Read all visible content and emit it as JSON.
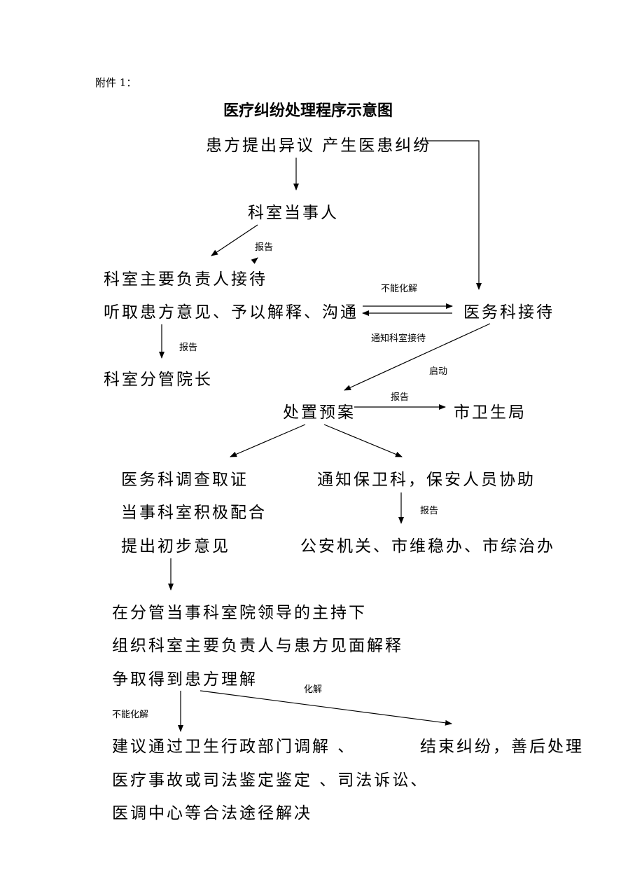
{
  "attachment": "附件 1：",
  "title": "医疗纠纷处理程序示意图",
  "nodes": {
    "start": "患方提出异议 产生医患纠纷",
    "party": "科室当事人",
    "head1": "科室主要负责人接待",
    "head2": "听取患方意见、予以解释、沟通",
    "vice": "科室分管院长",
    "medical": "医务科接待",
    "plan": "处置预案",
    "bureau": "市卫生局",
    "inv1": "医务科调查取证",
    "inv2": "当事科室积极配合",
    "inv3": "提出初步意见",
    "sec": "通知保卫科，保安人员协助",
    "police": "公安机关、市维稳办、市综治办",
    "meet1": "在分管当事科室院领导的主持下",
    "meet2": "组织科室主要负责人与患方见面解释",
    "meet3": "争取得到患方理解",
    "law1": "建议通过卫生行政部门调解 、",
    "law2": "医疗事故或司法鉴定鉴定 、司法诉讼、",
    "law3": "医调中心等合法途径解决",
    "end": "结束纠纷，善后处理"
  },
  "labels": {
    "report": "报告",
    "cannot_resolve": "不能化解",
    "notify_dept": "通知科室接待",
    "start_plan": "启动",
    "resolved": "化解"
  }
}
